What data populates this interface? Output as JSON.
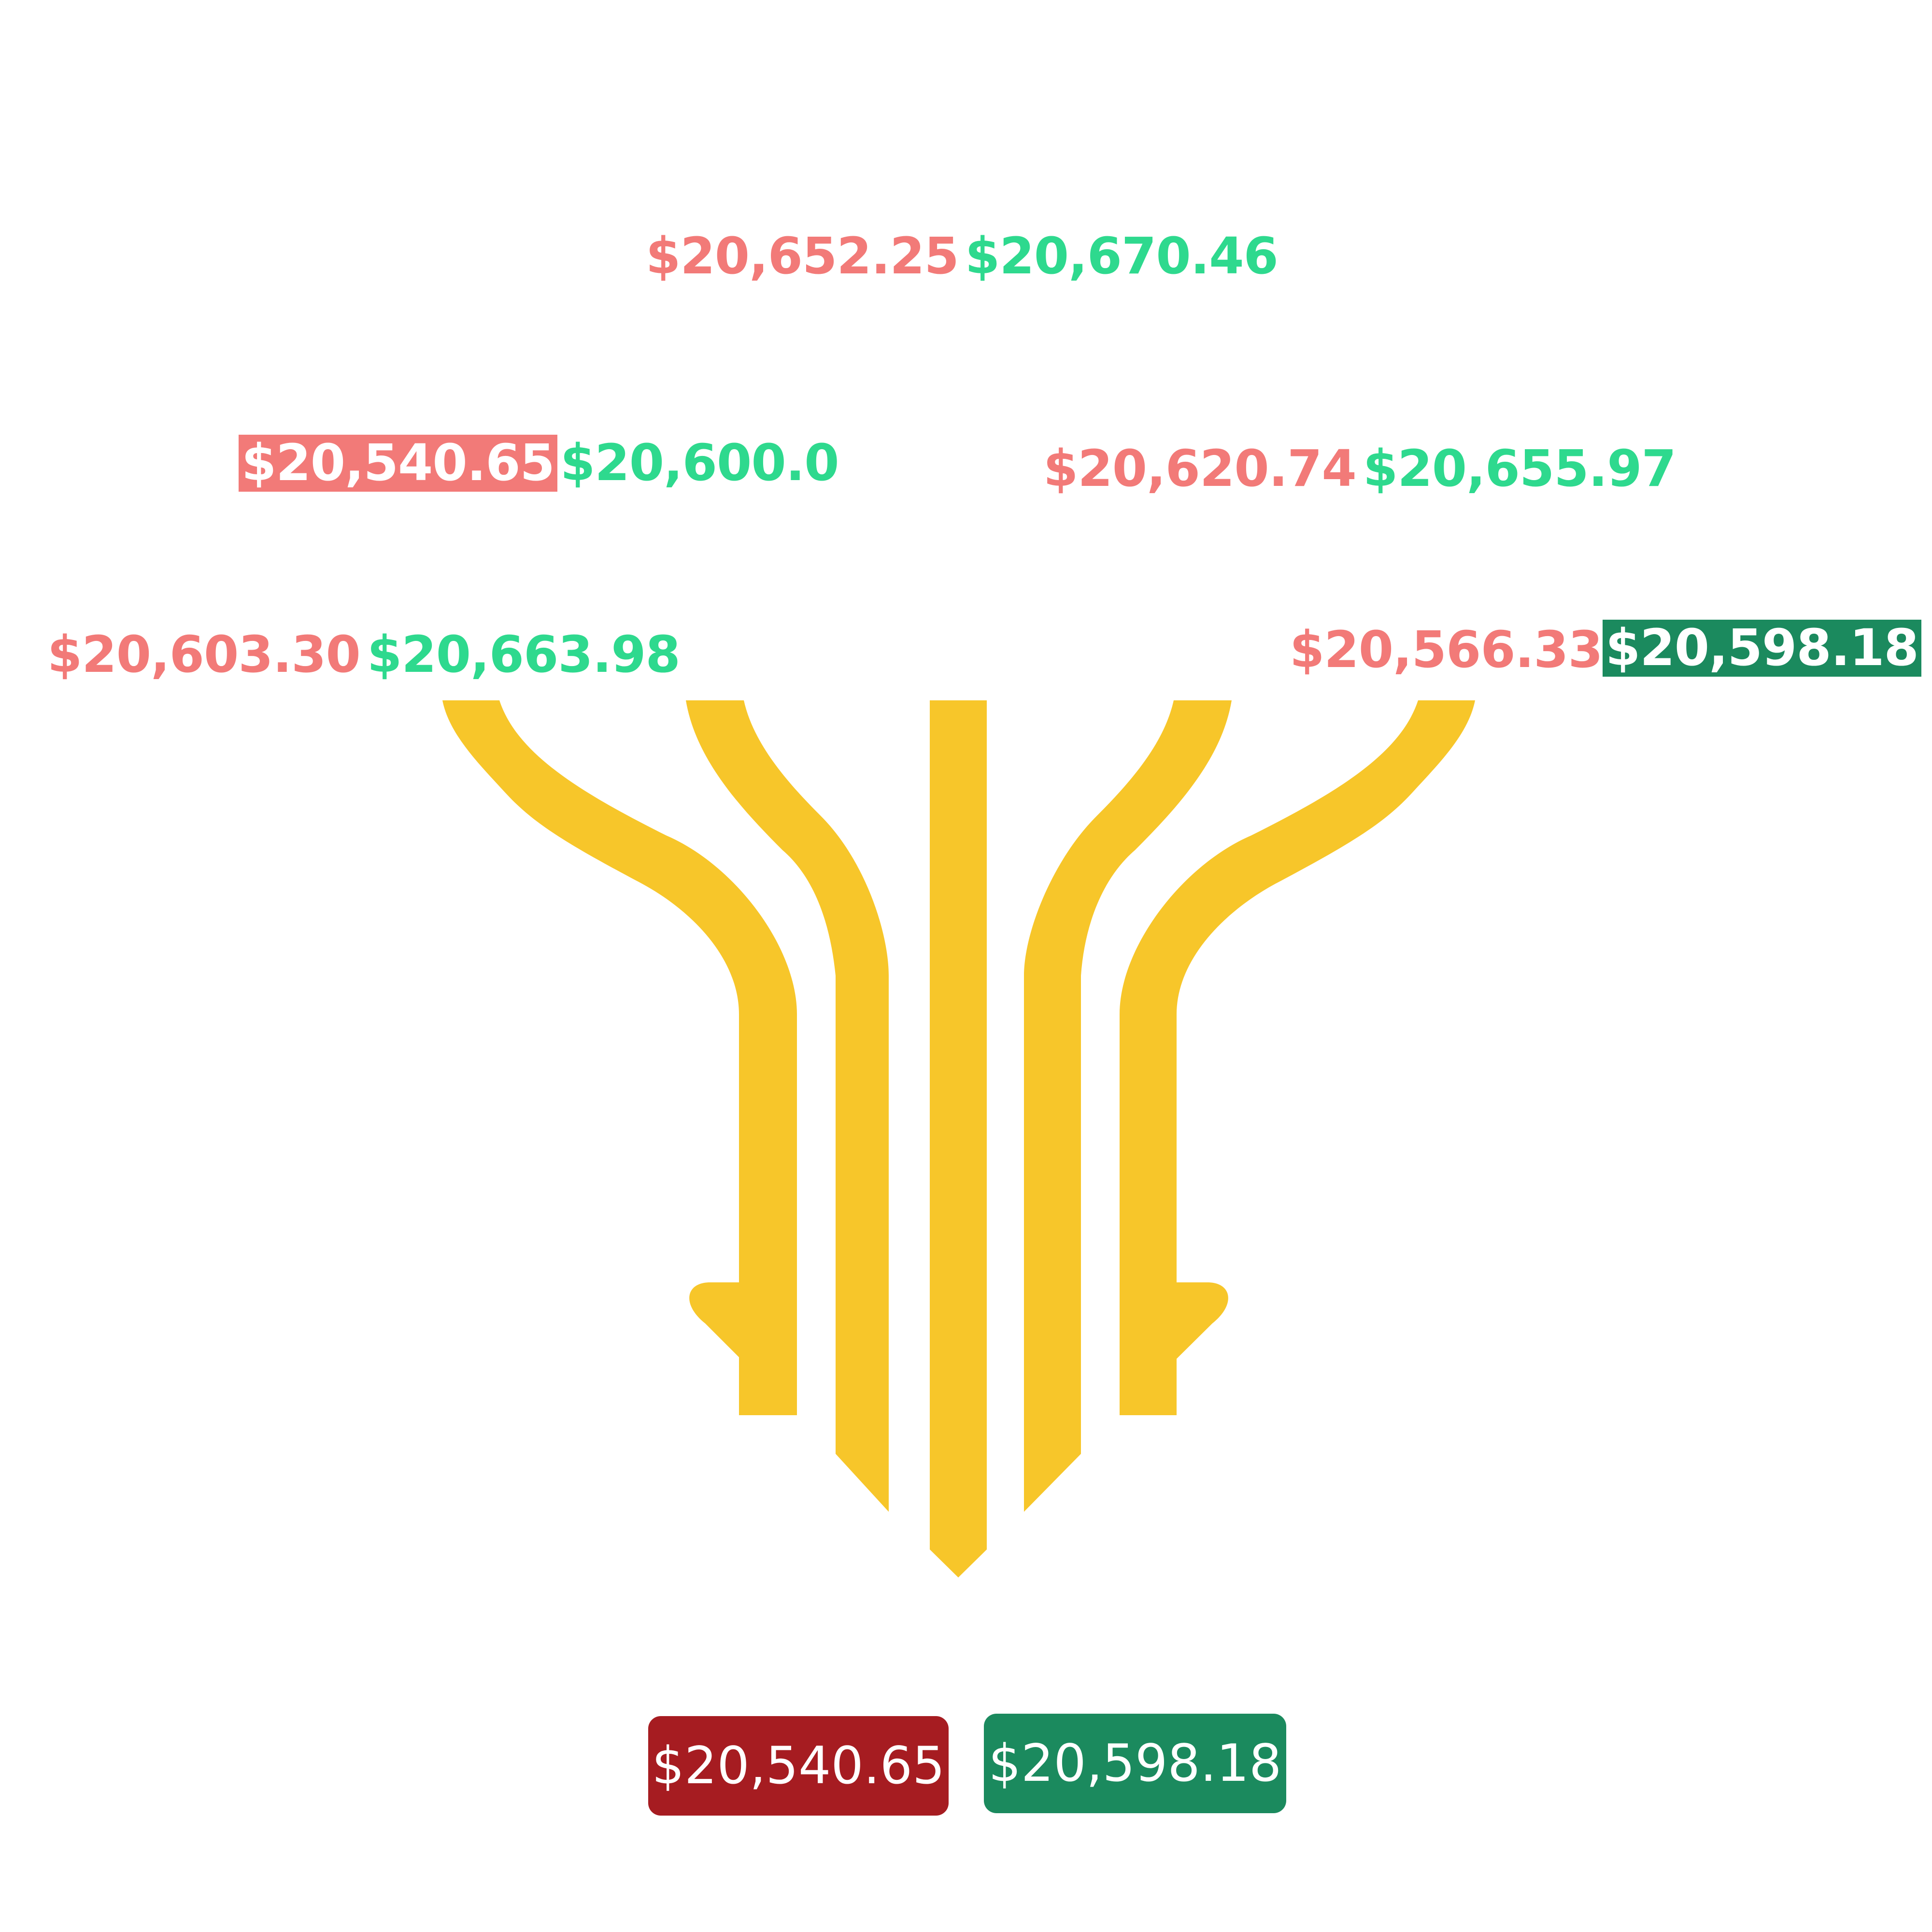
{
  "colors": {
    "arrow": "#F7C62A",
    "low_text": "#F27A78",
    "high_text": "#2ED98E",
    "low_chip": "#F27A78",
    "high_chip": "#1B8A5E",
    "result_low_bg": "#A61C21",
    "result_high_bg": "#1B8A5E"
  },
  "inputs": [
    {
      "id": "top",
      "low": "$20,652.25",
      "high": "$20,670.46",
      "highlight": "none"
    },
    {
      "id": "upper-left",
      "low": "$20,540.65",
      "high": "$20,600.0",
      "highlight": "low"
    },
    {
      "id": "upper-right",
      "low": "$20,620.74",
      "high": "$20,655.97",
      "highlight": "none"
    },
    {
      "id": "lower-left",
      "low": "$20,603.30",
      "high": "$20,663.98",
      "highlight": "none"
    },
    {
      "id": "lower-right",
      "low": "$20,566.33",
      "high": "$20,598.18",
      "highlight": "high"
    }
  ],
  "result": {
    "low": "$20,540.65",
    "high": "$20,598.18"
  }
}
